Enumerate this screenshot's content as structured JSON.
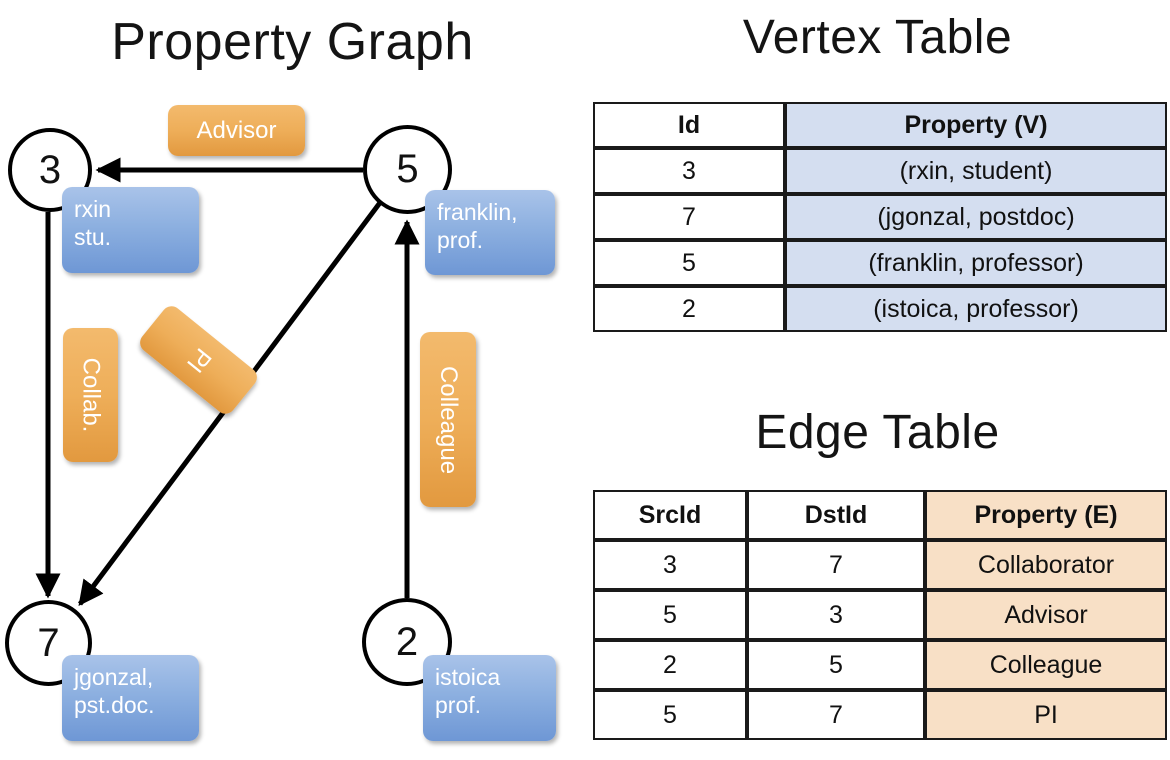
{
  "titles": {
    "property_graph": "Property Graph",
    "vertex_table": "Vertex Table",
    "edge_table": "Edge Table"
  },
  "graph": {
    "nodes": [
      {
        "id": "3",
        "property": "rxin\nstu."
      },
      {
        "id": "5",
        "property": "franklin,\nprof."
      },
      {
        "id": "7",
        "property": "jgonzal,\npst.doc."
      },
      {
        "id": "2",
        "property": "istoica\nprof."
      }
    ],
    "node_labels": {
      "n3": "3",
      "n5": "5",
      "n7": "7",
      "n2": "2"
    },
    "property_boxes": {
      "rxin_line1": "rxin",
      "rxin_line2": "stu.",
      "franklin_line1": "franklin,",
      "franklin_line2": "prof.",
      "jgonzal_line1": "jgonzal,",
      "jgonzal_line2": "pst.doc.",
      "istoica_line1": "istoica",
      "istoica_line2": "prof."
    },
    "edge_labels": {
      "advisor": "Advisor",
      "collab": "Collab.",
      "pi": "PI",
      "colleague": "Colleague"
    },
    "edges": [
      {
        "from": "5",
        "to": "3",
        "label": "Advisor"
      },
      {
        "from": "3",
        "to": "7",
        "label": "Collab."
      },
      {
        "from": "5",
        "to": "7",
        "label": "PI"
      },
      {
        "from": "2",
        "to": "5",
        "label": "Colleague"
      }
    ]
  },
  "vertex_table": {
    "headers": [
      "Id",
      "Property (V)"
    ],
    "rows": [
      [
        "3",
        "(rxin, student)"
      ],
      [
        "7",
        "(jgonzal, postdoc)"
      ],
      [
        "5",
        "(franklin, professor)"
      ],
      [
        "2",
        "(istoica, professor)"
      ]
    ]
  },
  "edge_table": {
    "headers": [
      "SrcId",
      "DstId",
      "Property (E)"
    ],
    "rows": [
      [
        "3",
        "7",
        "Collaborator"
      ],
      [
        "5",
        "3",
        "Advisor"
      ],
      [
        "2",
        "5",
        "Colleague"
      ],
      [
        "5",
        "7",
        "PI"
      ]
    ]
  },
  "colors": {
    "vertex_property_fill": "#d4def0",
    "edge_property_fill": "#f8e0c6",
    "node_box_blue": "#8db0e0",
    "edge_label_orange": "#eeae59",
    "background": "#ffffff",
    "stroke": "#000000"
  }
}
